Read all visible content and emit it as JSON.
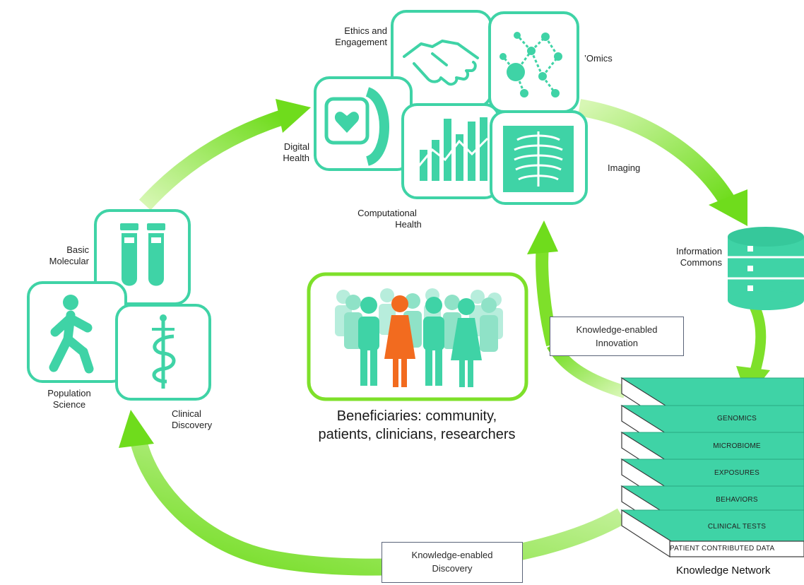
{
  "top_cluster": {
    "ethics": [
      "Ethics and",
      "Engagement"
    ],
    "omics": "’Omics",
    "digital": [
      "Digital",
      "Health"
    ],
    "imaging": "Imaging",
    "computational": [
      "Computational",
      "Health"
    ]
  },
  "left_cluster": {
    "basic": [
      "Basic",
      "Molecular"
    ],
    "population": [
      "Population",
      "Science"
    ],
    "clinical": [
      "Clinical",
      "Discovery"
    ]
  },
  "info_commons": [
    "Information",
    "Commons"
  ],
  "beneficiaries": [
    "Beneficiaries: community,",
    "patients, clinicians, researchers"
  ],
  "innovation_box": [
    "Knowledge-enabled",
    "Innovation"
  ],
  "discovery_box": [
    "Knowledge-enabled",
    "Discovery"
  ],
  "knowledge_network": {
    "layers": [
      "GENOMICS",
      "MICROBIOME",
      "EXPOSURES",
      "BEHAVIORS",
      "CLINICAL TESTS",
      "PATIENT CONTRIBUTED DATA"
    ],
    "title": "Knowledge Network"
  },
  "colors": {
    "teal": "#3fd3a6",
    "green": "#7ee02a",
    "orange": "#f26b1f"
  }
}
